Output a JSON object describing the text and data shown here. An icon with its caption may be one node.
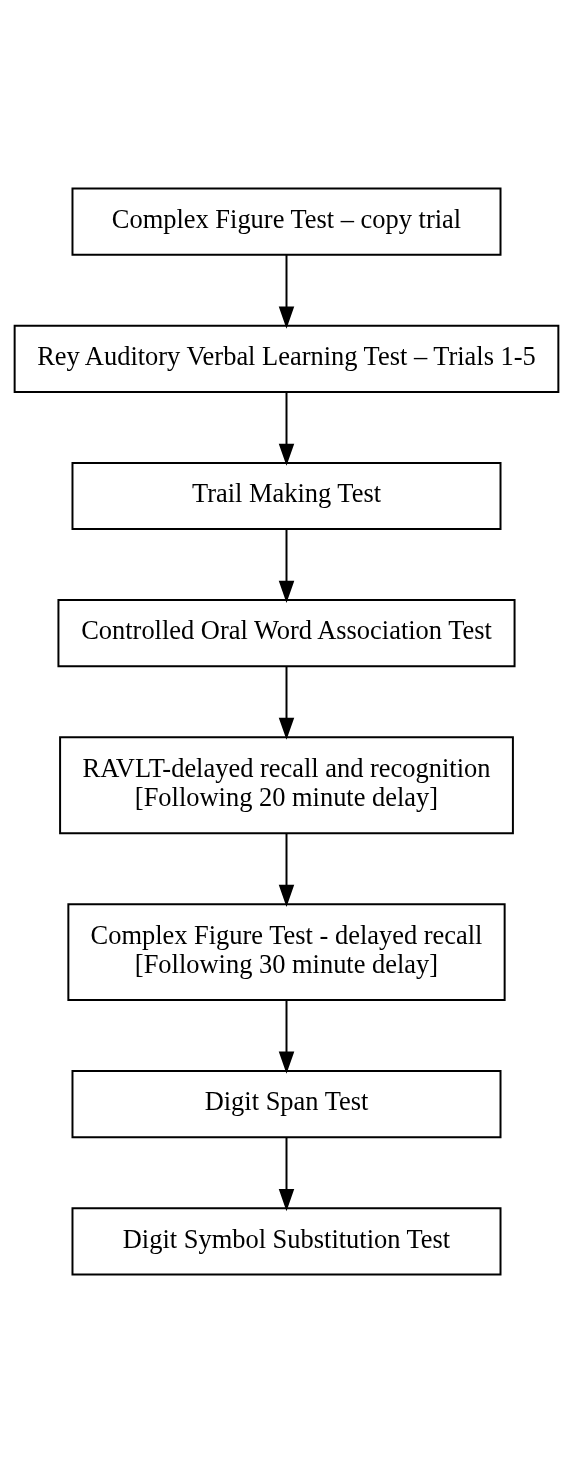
{
  "diagram": {
    "nodes": [
      {
        "text": [
          "Complex Figure Test – copy trial"
        ]
      },
      {
        "text": [
          "Rey Auditory Verbal Learning Test – Trials 1-5"
        ]
      },
      {
        "text": [
          "Trail Making Test"
        ]
      },
      {
        "text": [
          "Controlled Oral Word Association Test"
        ]
      },
      {
        "text": [
          "RAVLT-delayed recall and recognition",
          "[Following 20 minute delay]"
        ]
      },
      {
        "text": [
          "Complex Figure Test - delayed recall",
          "[Following 30 minute delay]"
        ]
      },
      {
        "text": [
          "Digit Span Test"
        ]
      },
      {
        "text": [
          "Digit Symbol Substitution Test"
        ]
      }
    ],
    "edges": [
      {
        "from": 0,
        "to": 1,
        "arrow": "to"
      },
      {
        "from": 1,
        "to": 2,
        "arrow": "to"
      },
      {
        "from": 2,
        "to": 3,
        "arrow": "to"
      },
      {
        "from": 3,
        "to": 4,
        "arrow": "to"
      },
      {
        "from": 4,
        "to": 5,
        "arrow": "to"
      },
      {
        "from": 5,
        "to": 6,
        "arrow": "to"
      },
      {
        "from": 6,
        "to": 7,
        "arrow": "to"
      }
    ]
  }
}
